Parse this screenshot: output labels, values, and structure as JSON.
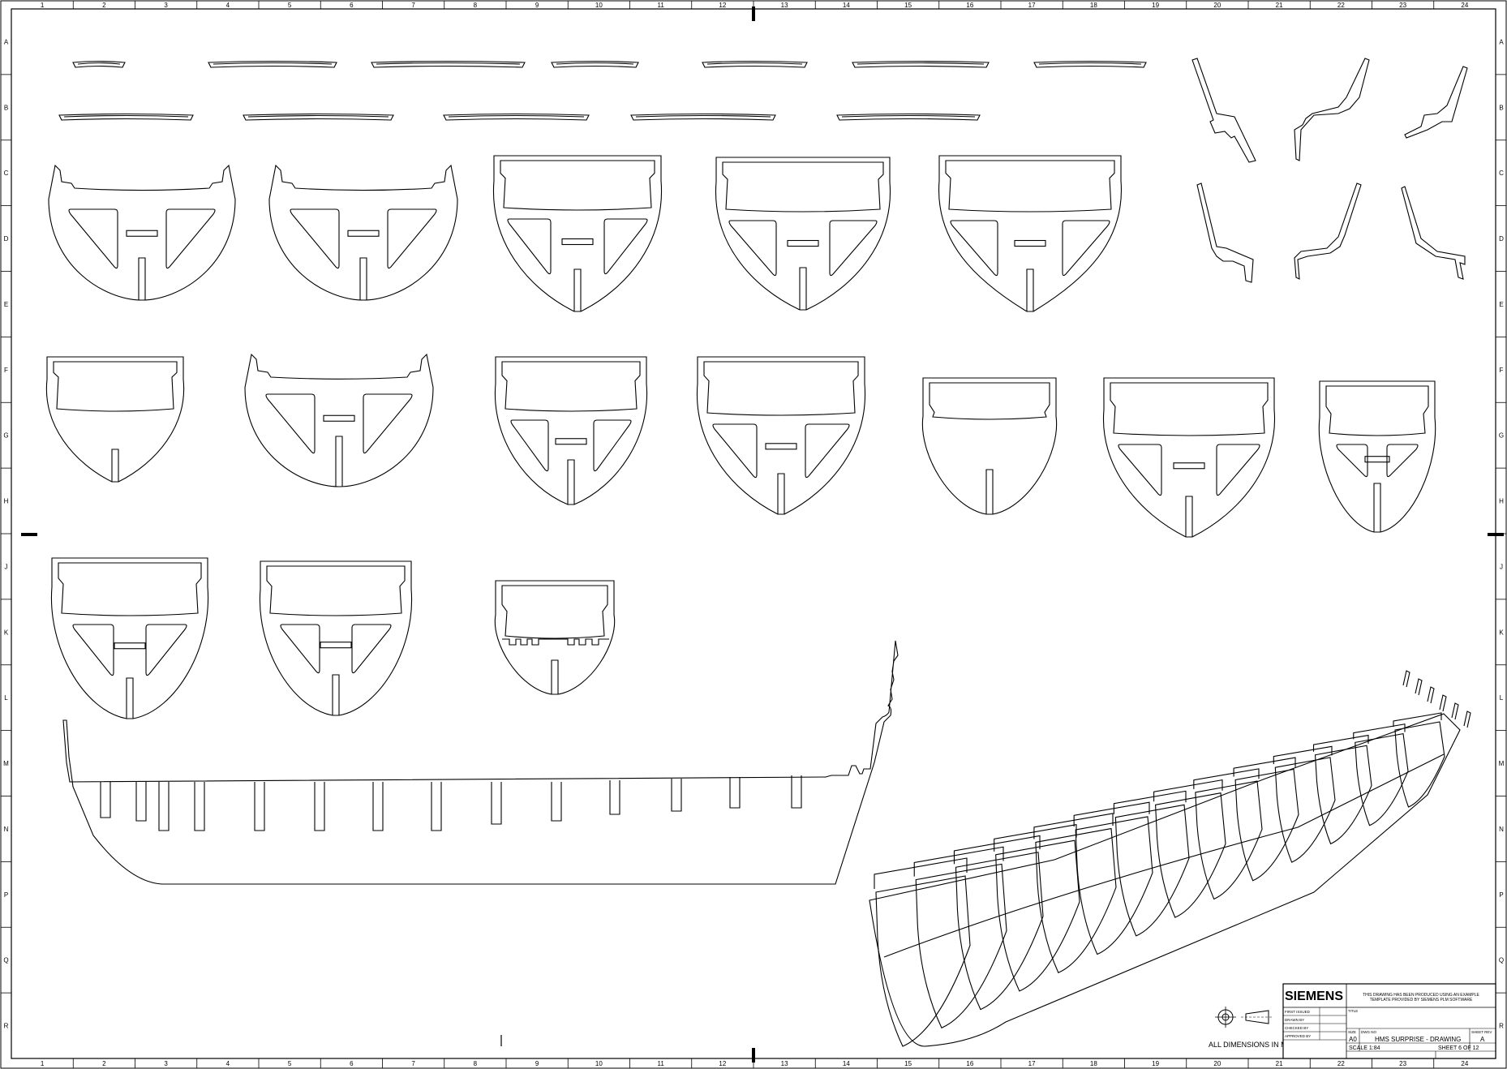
{
  "drawing": {
    "notes": {
      "dimensions_note": "ALL DIMENSIONS IN MM"
    },
    "title_block": {
      "brand": "SIEMENS",
      "disclaimer_line1": "THIS DRAWING HAS BEEN PRODUCED USING AN EXAMPLE",
      "disclaimer_line2": "TEMPLATE PROVIDED BY SIEMENS PLM SOFTWARE",
      "rows": [
        "FIRST ISSUED",
        "DRAWN BY",
        "CHECKED BY",
        "APPROVED BY"
      ],
      "title_label": "TITLE",
      "size_label": "SIZE",
      "dwg_no_label": "DWG NO",
      "rev_label": "SHEET REV",
      "size": "A0",
      "dwg_title": "HMS SURPRISE - DRAWING",
      "rev": "A",
      "scale": "SCALE 1:84",
      "sheet": "SHEET 6 OF 12"
    },
    "zones": {
      "columns": [
        "1",
        "2",
        "3",
        "4",
        "5",
        "6",
        "7",
        "8",
        "9",
        "10",
        "11",
        "12",
        "13",
        "14",
        "15",
        "16",
        "17",
        "18",
        "19",
        "20",
        "21",
        "22",
        "23",
        "24"
      ],
      "rows": [
        "A",
        "B",
        "C",
        "D",
        "E",
        "F",
        "G",
        "H",
        "J",
        "K",
        "L",
        "M",
        "N",
        "P",
        "Q",
        "R"
      ]
    },
    "icons": [
      "projection-symbol-icon",
      "target-symbol-icon"
    ]
  }
}
